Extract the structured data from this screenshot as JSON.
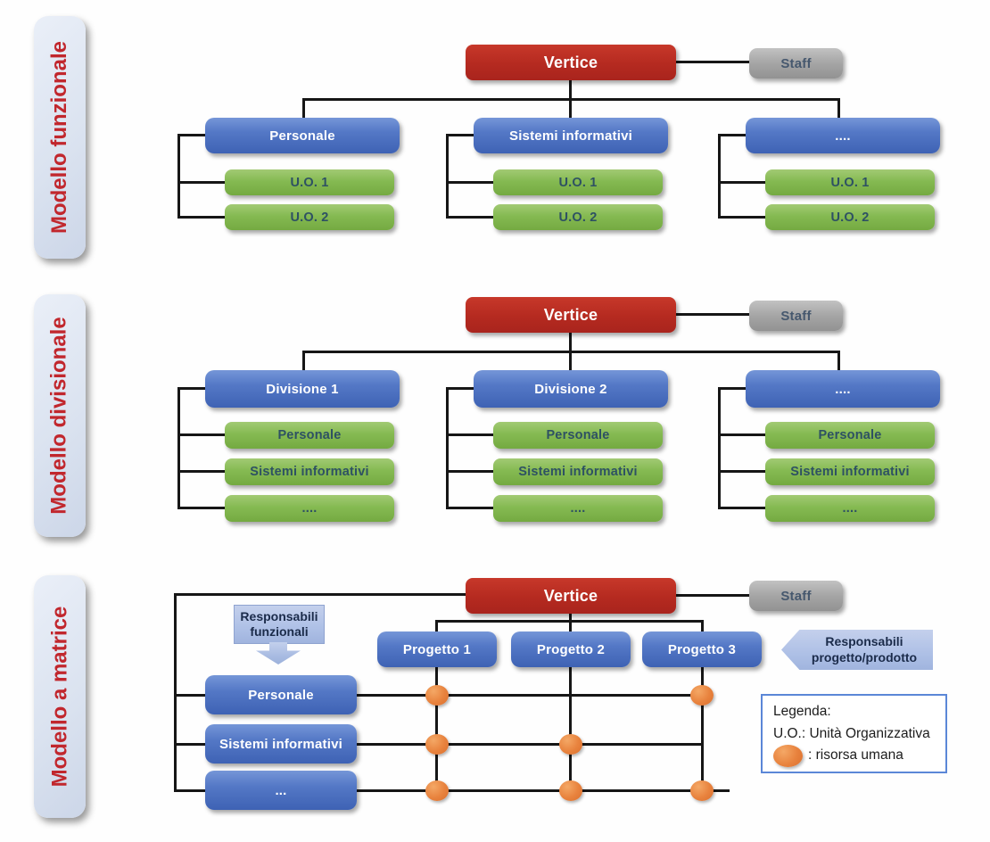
{
  "sections": {
    "s1": {
      "label": "Modello funzionale",
      "vertice": "Vertice",
      "staff": "Staff",
      "cols": [
        {
          "title": "Personale",
          "children": [
            "U.O. 1",
            "U.O. 2"
          ]
        },
        {
          "title": "Sistemi informativi",
          "children": [
            "U.O. 1",
            "U.O. 2"
          ]
        },
        {
          "title": "....",
          "children": [
            "U.O. 1",
            "U.O. 2"
          ]
        }
      ]
    },
    "s2": {
      "label": "Modello divisionale",
      "vertice": "Vertice",
      "staff": "Staff",
      "cols": [
        {
          "title": "Divisione 1",
          "children": [
            "Personale",
            "Sistemi informativi",
            "...."
          ]
        },
        {
          "title": "Divisione 2",
          "children": [
            "Personale",
            "Sistemi informativi",
            "...."
          ]
        },
        {
          "title": "....",
          "children": [
            "Personale",
            "Sistemi informativi",
            "...."
          ]
        }
      ]
    },
    "s3": {
      "label": "Modello a matrice",
      "vertice": "Vertice",
      "staff": "Staff",
      "projects": [
        "Progetto 1",
        "Progetto 2",
        "Progetto 3"
      ],
      "functions": [
        "Personale",
        "Sistemi informativi",
        "..."
      ],
      "callout_functional": [
        "Responsabili",
        "funzionali"
      ],
      "callout_project": [
        "Responsabili",
        "progetto/prodotto"
      ],
      "legend": {
        "title": "Legenda:",
        "abbrev": "U.O.: Unità Organizzativa",
        "dot_meaning": ": risorsa umana"
      }
    }
  },
  "colors": {
    "vertice_red": "#b52a20",
    "box_blue": "#4a6fc0",
    "box_green": "#7eb34d",
    "staff_gray": "#a5a5a5",
    "side_label_text_red": "#c1272d",
    "human_resource_orange": "#e8823d",
    "callout_blue": "#aec0e6",
    "legend_border_blue": "#5b87d7"
  }
}
